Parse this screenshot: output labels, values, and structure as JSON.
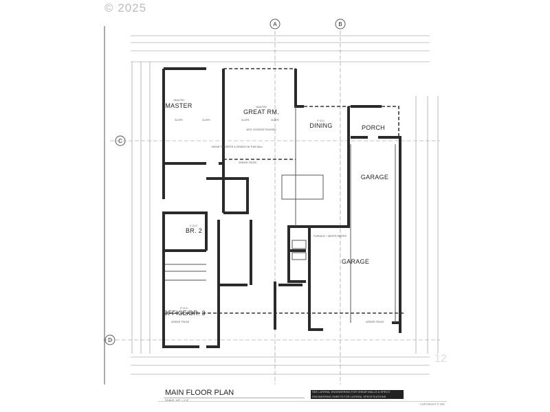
{
  "watermark": "© 2025",
  "sheet_number_fragment": "12",
  "title_block": {
    "title": "MAIN FLOOR PLAN",
    "scale": "SCALE: 1/4\" = 1'-0\"",
    "engineering_note_line1": "SEE LATERAL ENGINEERING FOR SHEAR WALLS & SPECS",
    "engineering_note_line2": "ENGINEERING SHEETS FOR LATERAL SPECIFICATIONS",
    "copyright": "COPYRIGHT © 200"
  },
  "grid_markers": [
    "A",
    "B",
    "C",
    "D"
  ],
  "rooms": [
    {
      "name": "MASTER",
      "note": "VAULTED"
    },
    {
      "name": "GREAT RM.",
      "note": "VAULTED"
    },
    {
      "name": "DINING",
      "note": "9' CLG."
    },
    {
      "name": "PORCH",
      "note": ""
    },
    {
      "name": "GARAGE",
      "note": ""
    },
    {
      "name": "BR. 2",
      "note": "9' CLG."
    },
    {
      "name": "GARAGE",
      "note": ""
    },
    {
      "name": "OFFICE/BR. 3",
      "note": "9' CLG."
    }
  ],
  "notes": {
    "girder_truss": "GIRDER TRUSS",
    "mfg_scissor": "MFG. SCISSOR TRUSSES",
    "shear_transfer": "SHEAR TRANSFER & GIRDER ON THIS WALL",
    "furnace": "FURNACE + WATER HEATER",
    "slope": "SLOPE"
  },
  "colors": {
    "walls": "#2a2a2a",
    "paper": "#ffffff"
  }
}
